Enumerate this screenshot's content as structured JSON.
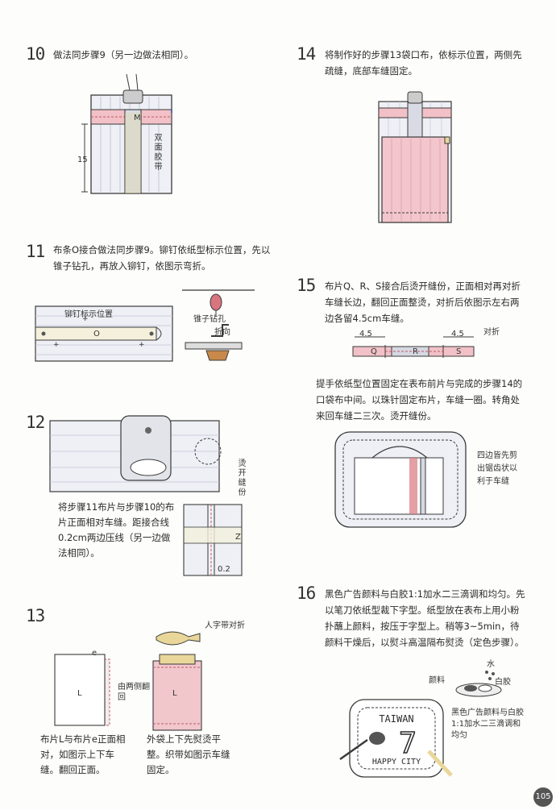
{
  "steps": [
    {
      "num": "10",
      "text": "做法同步骤9（另一边做法相同）。"
    },
    {
      "num": "11",
      "text": "布条O接合做法同步骤9。铆钉依纸型标示位置，先以锥子钻孔，再放入铆钉，依图示弯折。"
    },
    {
      "num": "12",
      "text": "将步骤11布片与步骤10的布片正面相对车缝。距接合线0.2cm两边压线（另一边做法相同）。"
    },
    {
      "num": "13",
      "left_text": "布片L与布片e正面相对，如图示上下车缝。翻回正面。",
      "right_text": "外袋上下先熨烫平整。织带如图示车缝固定。"
    },
    {
      "num": "14",
      "text": "将制作好的步骤13袋口布，依标示位置，两侧先疏缝，底部车缝固定。"
    },
    {
      "num": "15",
      "text": "布片Q、R、S接合后烫开缝份，正面相对再对折车缝长边，翻回正面整烫，对折后依图示左右两边各留4.5cm车缝。",
      "text2": "提手依纸型位置固定在表布前片与完成的步骤14的口袋布中间。以珠针固定布片，车缝一圈。转角处来回车缝二三次。烫开缝份。"
    },
    {
      "num": "16",
      "text": "黑色广告颜料与白胶1:1加水二三滴调和均匀。先以笔刀依纸型裁下字型。纸型放在表布上用小粉扑蘸上颜料，按压于字型上。稍等3~5min，待颜料干燥后，以熨斗高温隔布熨烫（定色步骤）。"
    }
  ],
  "labels": {
    "s10_dim": "15",
    "s10_m": "M",
    "s10_tape": "双面胶带",
    "s11_rivet_mark": "铆钉标示位置",
    "s11_o": "O",
    "s11_awl": "锥子钻孔",
    "s11_fold": "折向",
    "s12_press": "烫开缝份",
    "s12_z": "Z",
    "s12_dim": "0.2",
    "s13_e": "e",
    "s13_l1": "L",
    "s13_l2": "L",
    "s13_turn": "由两侧翻回",
    "s13_fold": "人字带对折",
    "s15_d1": "4.5",
    "s15_d2": "4.5",
    "s15_fold": "对折",
    "s15_q": "Q",
    "s15_r": "R",
    "s15_s": "S",
    "s15_note": "四边皆先剪出锯齿状以利于车缝",
    "s16_pigment": "颜料",
    "s16_water": "水",
    "s16_glue": "白胶",
    "s16_mix": "黑色广告颜料与白胶1:1加水二三滴调和均匀",
    "s16_logo_top": "TAIWAN",
    "s16_logo_bottom": "HAPPY CITY",
    "s16_logo_num": "7"
  },
  "page_number": "105",
  "colors": {
    "pink": "#e9aab3",
    "rose": "#d9757f",
    "khaki": "#e9d79a",
    "fabric": "#eef0f5",
    "ink": "#3a3a3a",
    "blue": "#4a6fb0"
  }
}
